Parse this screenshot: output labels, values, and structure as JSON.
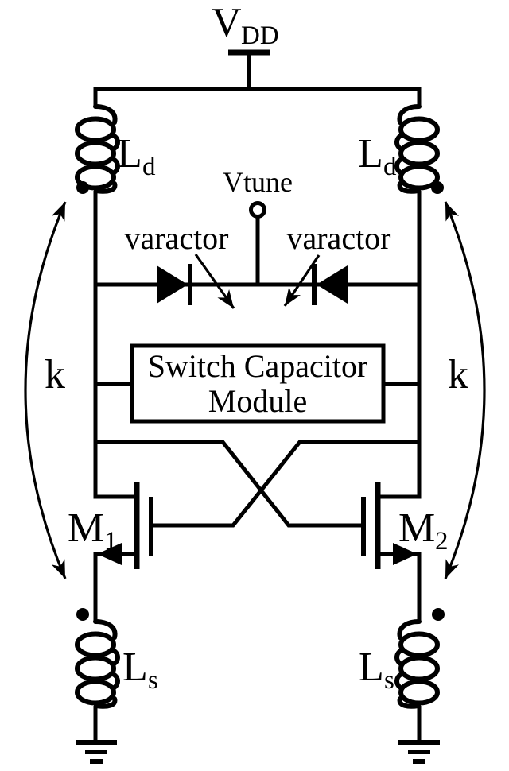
{
  "diagram": {
    "type": "circuit-schematic",
    "description": "Cross-coupled LC VCO with switch capacitor module, varactors and magnetically coupled (k) drain/source inductors",
    "colors": {
      "ink": "#000000",
      "background": "#ffffff"
    }
  },
  "labels": {
    "vdd": {
      "main": "V",
      "sub": "DD"
    },
    "vtune": "Vtune",
    "varactor_left": "varactor",
    "varactor_right": "varactor",
    "switch_cap_line1": "Switch Capacitor",
    "switch_cap_line2": "Module",
    "coupling_left": "k",
    "coupling_right": "k",
    "ld_left": {
      "main": "L",
      "sub": "d"
    },
    "ld_right": {
      "main": "L",
      "sub": "d"
    },
    "ls_left": {
      "main": "L",
      "sub": "s"
    },
    "ls_right": {
      "main": "L",
      "sub": "s"
    },
    "m1": {
      "main": "M",
      "sub": "1"
    },
    "m2": {
      "main": "M",
      "sub": "2"
    }
  },
  "symbols": {
    "inductor": "three-loop-coil",
    "ground": "three-bar-ground",
    "transistor": "nmos-with-source-arrow",
    "supply": "t-bar",
    "tuning_terminal": "open-circle",
    "coupling": "double-headed-curved-arrow",
    "polarity": "dot"
  }
}
